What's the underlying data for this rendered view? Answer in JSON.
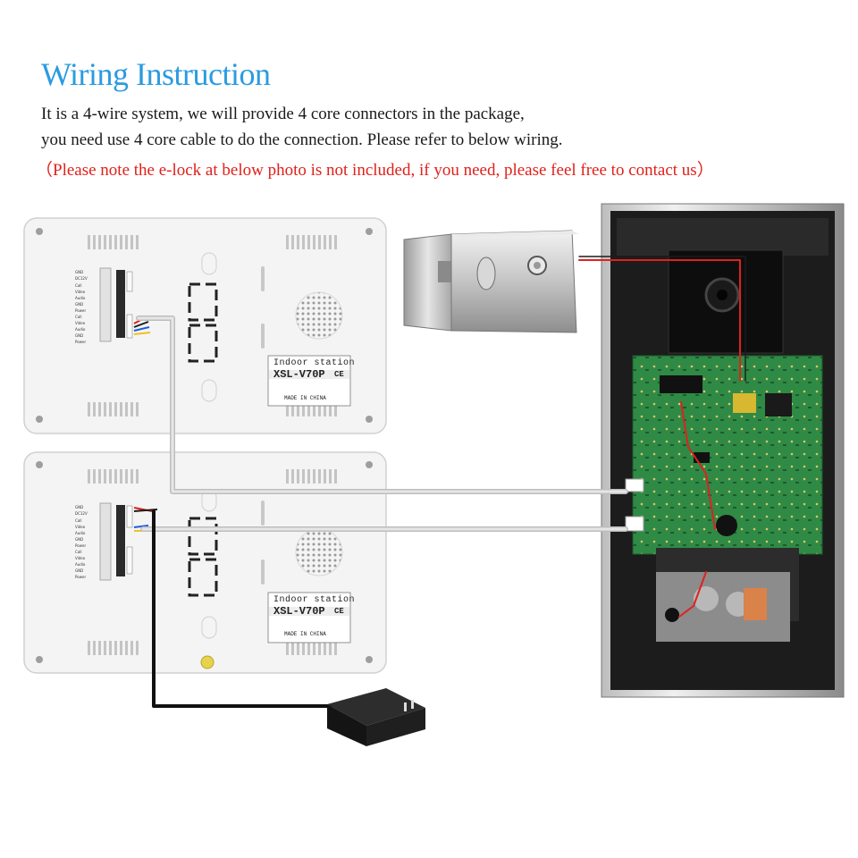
{
  "header": {
    "title": "Wiring Instruction",
    "line1": "It is a 4-wire system, we will provide 4 core connectors in the package,",
    "line2": "you need use 4 core cable to do the connection. Please refer to below wiring.",
    "note": "（Please note the e-lock at below photo is not included, if you need, please feel free to contact us）"
  },
  "monitor_top": {
    "title": "Indoor station",
    "model": "XSL-V70P",
    "ce": "CE",
    "made_in": "MADE IN CHINA",
    "terminals": [
      "GND",
      "DC12V",
      "Call",
      "Video",
      "Audio",
      "GND",
      "Power",
      "Call",
      "Video",
      "Audio",
      "GND",
      "Power"
    ]
  },
  "monitor_bottom": {
    "title": "Indoor station",
    "model": "XSL-V70P",
    "ce": "CE",
    "made_in": "MADE IN CHINA",
    "terminals": [
      "GND",
      "DC12V",
      "Call",
      "Video",
      "Audio",
      "GND",
      "Power",
      "Call",
      "Video",
      "Audio",
      "GND",
      "Power"
    ]
  },
  "colors": {
    "title": "#2b9be0",
    "body_text": "#1a1a1a",
    "note_text": "#e0201a",
    "cable": "#d8d8d8",
    "power_cable": "#111111",
    "red_wire": "#e02020",
    "pcb": "#2f8a45"
  }
}
